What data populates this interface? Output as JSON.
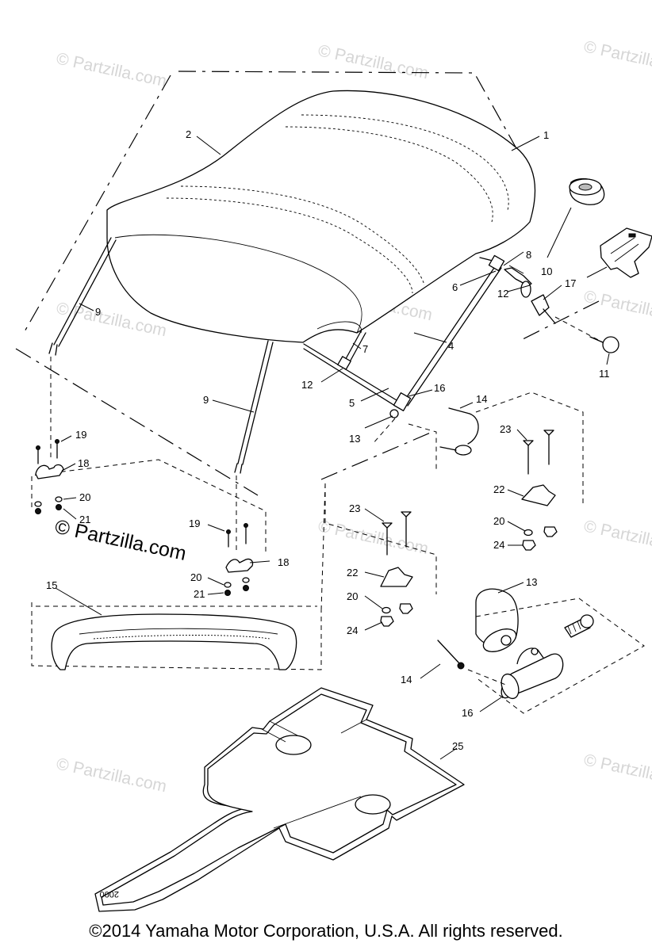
{
  "watermark_text": "© Partzilla.com",
  "featured_watermark": "© Partzilla.com",
  "mat_label": "2000",
  "copyright": "©2014  Yamaha Motor Corporation, U.S.A. All rights reserved.",
  "callouts": {
    "c1": "1",
    "c2": "2",
    "c4": "4",
    "c5": "5",
    "c6": "6",
    "c7": "7",
    "c8": "8",
    "c9a": "9",
    "c9b": "9",
    "c10": "10",
    "c11": "11",
    "c12a": "12",
    "c12b": "12",
    "c13a": "13",
    "c13b": "13",
    "c14a": "14",
    "c14b": "14",
    "c15": "15",
    "c16a": "16",
    "c16b": "16",
    "c17": "17",
    "c18a": "18",
    "c18b": "18",
    "c19a": "19",
    "c19b": "19",
    "c20a": "20",
    "c20b": "20",
    "c20c": "20",
    "c20d": "20",
    "c21a": "21",
    "c21b": "21",
    "c22a": "22",
    "c22b": "22",
    "c23a": "23",
    "c23b": "23",
    "c24a": "24",
    "c24b": "24",
    "c25": "25"
  }
}
